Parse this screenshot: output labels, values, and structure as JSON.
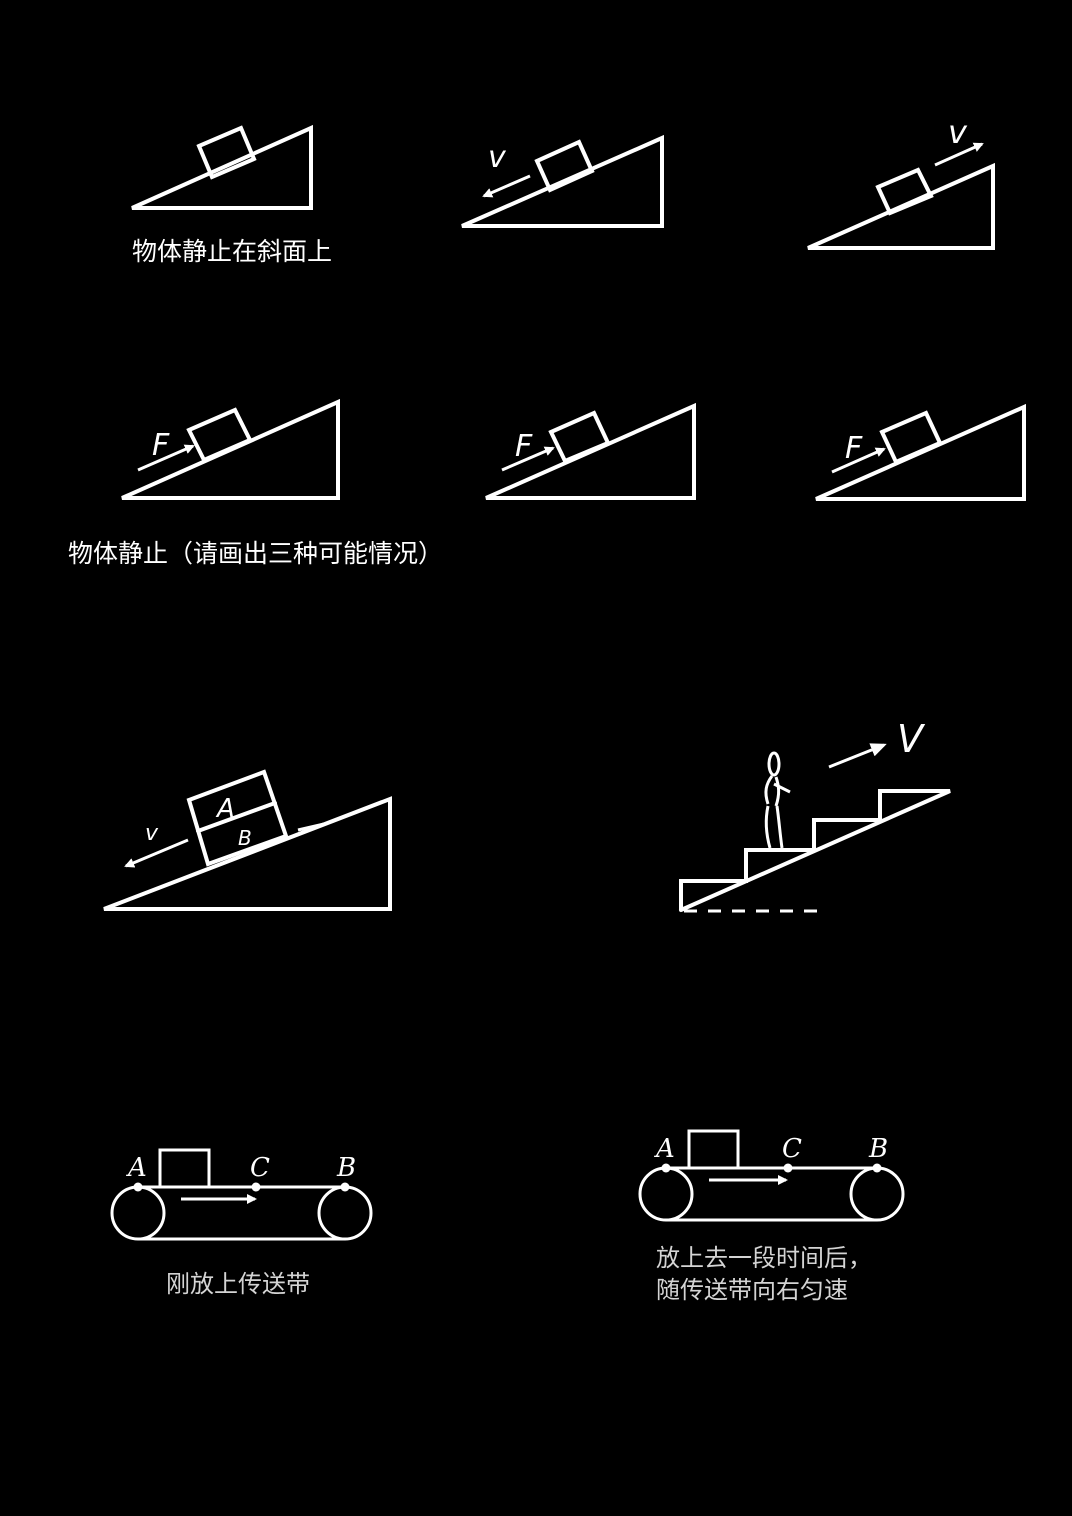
{
  "row1": {
    "caption": "物体静止在斜面上",
    "label_v_down": "v",
    "label_v_up": "v"
  },
  "row2": {
    "caption": "物体静止（请画出三种可能情况）",
    "force_labels": [
      "F",
      "F",
      "F"
    ]
  },
  "row3": {
    "block_top": "A",
    "block_bottom": "B",
    "label_v": "v",
    "escalator_v": "V"
  },
  "row4": {
    "left": {
      "points": [
        "A",
        "C",
        "B"
      ],
      "caption": "刚放上传送带"
    },
    "right": {
      "points": [
        "A",
        "C",
        "B"
      ],
      "caption_line1": "放上去一段时间后，",
      "caption_line2": "随传送带向右匀速"
    }
  },
  "colors": {
    "background": "#000000",
    "stroke": "#ffffff",
    "caption_gray": "#d4d4d4"
  }
}
